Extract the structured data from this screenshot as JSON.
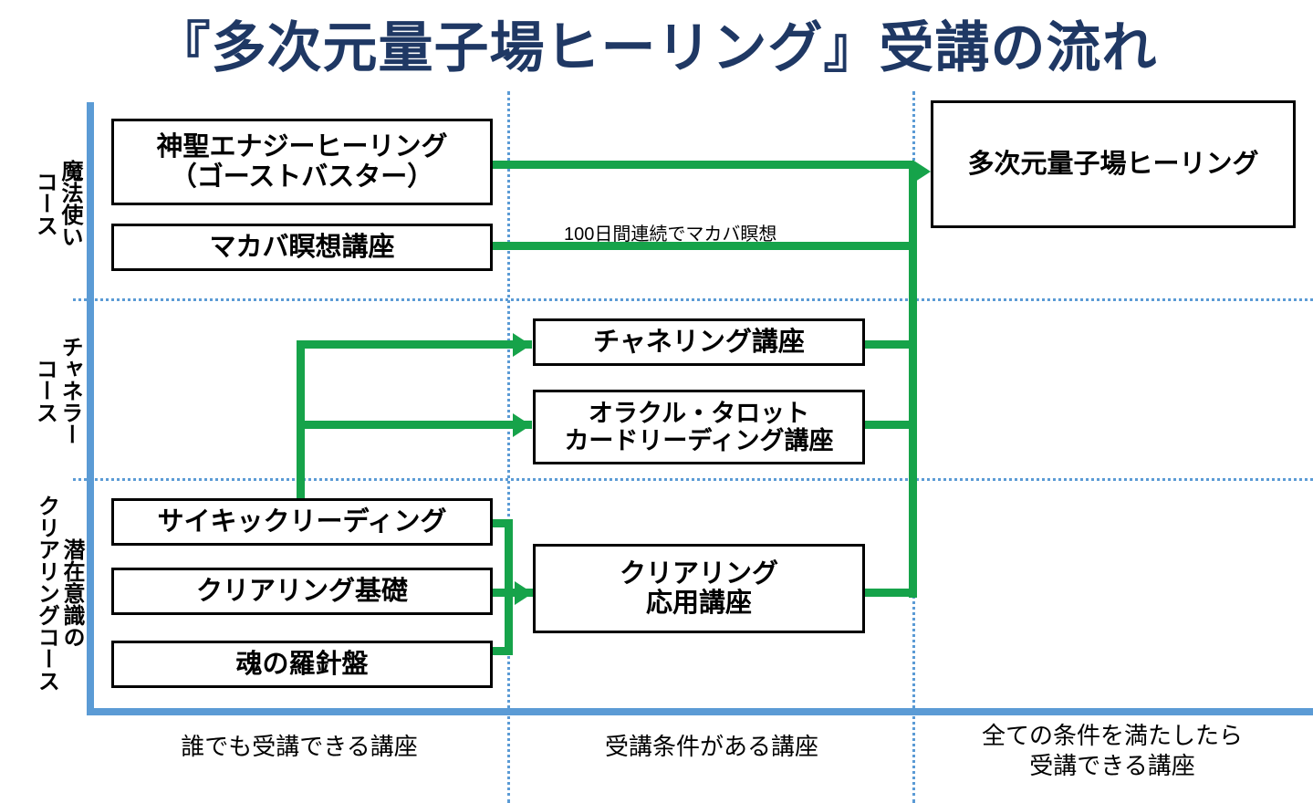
{
  "title": "『多次元量子場ヒーリング』受講の流れ",
  "colors": {
    "title": "#1F3864",
    "axis": "#5B9BD5",
    "connector": "#16A34A",
    "box_border": "#000000",
    "box_fill": "#FFFFFF",
    "text": "#000000"
  },
  "axis": {
    "vertical_label": "",
    "horizontal_label": ""
  },
  "row_labels": [
    {
      "id": "magic",
      "text": "魔法使い\nコース"
    },
    {
      "id": "channeler",
      "text": "チャネラー\nコース"
    },
    {
      "id": "subconscious",
      "text": "潜在意識の\nクリアリングコース"
    }
  ],
  "column_captions": [
    {
      "id": "anyone",
      "text": "誰でも受講できる講座"
    },
    {
      "id": "conditional",
      "text": "受講条件がある講座"
    },
    {
      "id": "final",
      "text": "全ての条件を満たしたら\n受講できる講座"
    }
  ],
  "boxes": [
    {
      "id": "shinsei-energy-healing",
      "text": "神聖エナジーヒーリング\n（ゴーストバスター）",
      "bold": true
    },
    {
      "id": "makaba-meditation",
      "text": "マカバ瞑想講座",
      "bold": true
    },
    {
      "id": "channeling-course",
      "text": "チャネリング講座",
      "bold": true
    },
    {
      "id": "oracle-tarot-course",
      "text": "オラクル・タロット\nカードリーディング講座",
      "bold": true
    },
    {
      "id": "psychic-reading",
      "text": "サイキックリーディング",
      "bold": true
    },
    {
      "id": "clearing-basic",
      "text": "クリアリング基礎",
      "bold": true
    },
    {
      "id": "soul-compass",
      "text": "魂の羅針盤",
      "bold": true
    },
    {
      "id": "clearing-advanced",
      "text": "クリアリング\n応用講座",
      "bold": true
    },
    {
      "id": "multidimensional-quantum-field-healing",
      "text": "多次元量子場ヒーリング",
      "bold": true
    }
  ],
  "annotations": [
    {
      "id": "makaba-condition",
      "text": "100日間連続でマカバ瞑想"
    }
  ]
}
